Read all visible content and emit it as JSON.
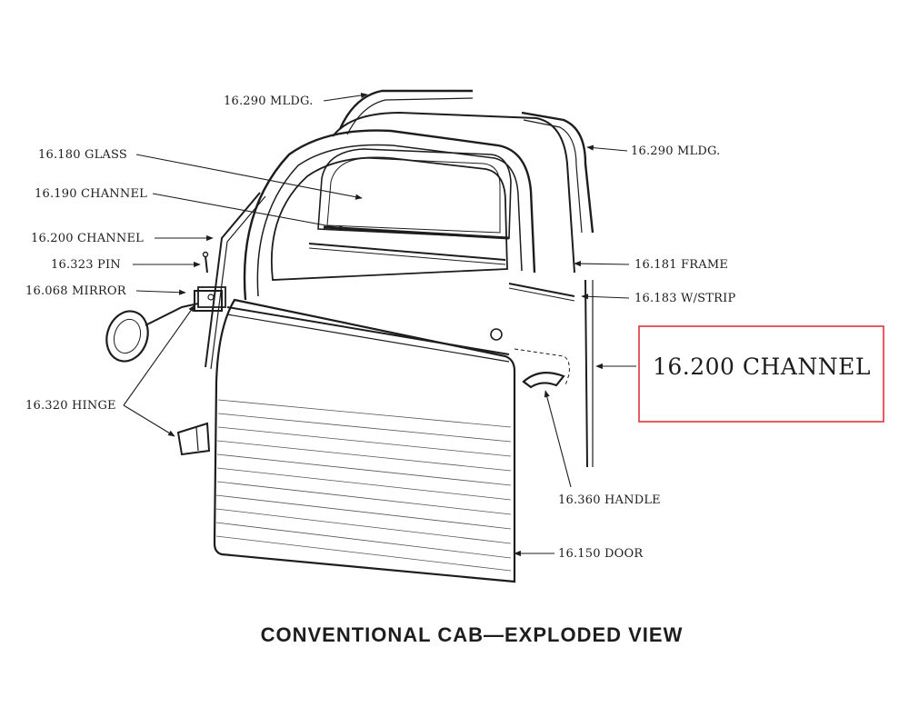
{
  "diagram": {
    "title": "CONVENTIONAL CAB—EXPLODED VIEW",
    "highlight": {
      "label": "16.200 CHANNEL",
      "box_color": "#e0343a"
    },
    "callouts": [
      {
        "id": "mldg-top",
        "label": "16.290 MLDG."
      },
      {
        "id": "mldg-right",
        "label": "16.290 MLDG."
      },
      {
        "id": "glass",
        "label": "16.180 GLASS"
      },
      {
        "id": "channel-190",
        "label": "16.190 CHANNEL"
      },
      {
        "id": "channel-200",
        "label": "16.200 CHANNEL"
      },
      {
        "id": "pin",
        "label": "16.323 PIN"
      },
      {
        "id": "mirror",
        "label": "16.068 MIRROR"
      },
      {
        "id": "hinge",
        "label": "16.320 HINGE"
      },
      {
        "id": "frame",
        "label": "16.181 FRAME"
      },
      {
        "id": "wstrip",
        "label": "16.183 W/STRIP"
      },
      {
        "id": "handle",
        "label": "16.360 HANDLE"
      },
      {
        "id": "door",
        "label": "16.150 DOOR"
      }
    ],
    "ink_color": "#1d1d1d"
  }
}
